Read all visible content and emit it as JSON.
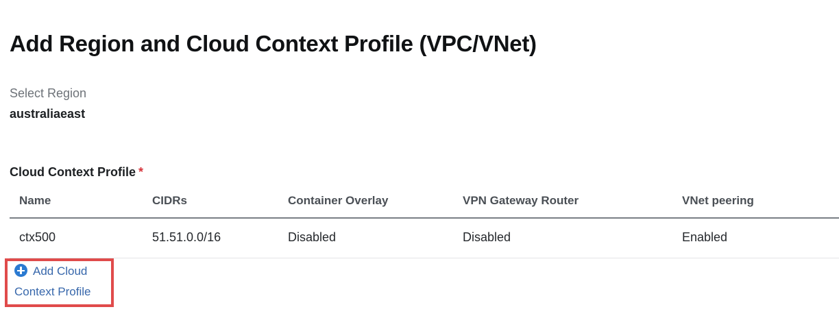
{
  "page": {
    "title": "Add Region and Cloud Context Profile (VPC/VNet)"
  },
  "region": {
    "label": "Select Region",
    "value": "australiaeast"
  },
  "ccp_section": {
    "label": "Cloud Context Profile",
    "required_marker": "*"
  },
  "table": {
    "columns": [
      "Name",
      "CIDRs",
      "Container Overlay",
      "VPN Gateway Router",
      "VNet peering"
    ],
    "rows": [
      {
        "name": "ctx500",
        "cidrs": "51.51.0.0/16",
        "container_overlay": "Disabled",
        "vpn_gateway_router": "Disabled",
        "vnet_peering": "Enabled"
      }
    ]
  },
  "add_link": {
    "icon": "plus-circle-icon",
    "label": "Add Cloud Context Profile"
  },
  "colors": {
    "link_blue": "#3767ab",
    "name_link_blue": "#2a5bd7",
    "plus_icon_blue": "#2b7ad1",
    "required_red": "#d6343b",
    "annotation_red": "#e04b4b",
    "label_gray": "#6d7278",
    "header_gray": "#4a4f55"
  }
}
